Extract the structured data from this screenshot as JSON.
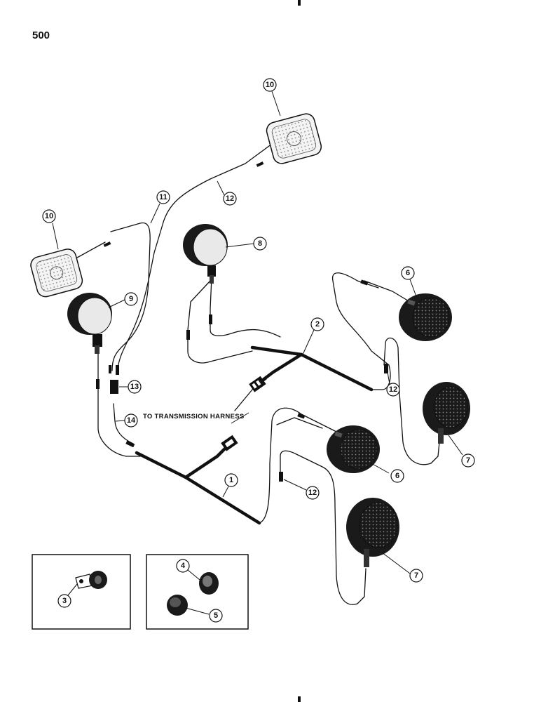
{
  "page": {
    "number": "500"
  },
  "note": {
    "text": "TO TRANSMISSION HARNESS"
  },
  "callouts": {
    "c10a": "10",
    "c10b": "10",
    "c11": "11",
    "c12a": "12",
    "c8": "8",
    "c9": "9",
    "c2": "2",
    "c6a": "6",
    "c12b": "12",
    "c7a": "7",
    "c13": "13",
    "c14": "14",
    "c6b": "6",
    "c1": "1",
    "c12c": "12",
    "c7b": "7",
    "c3": "3",
    "c4": "4",
    "c5": "5"
  },
  "colors": {
    "ink": "#111111",
    "lamp_body": "#1a1a1a",
    "lens": "#dcdcdc"
  }
}
